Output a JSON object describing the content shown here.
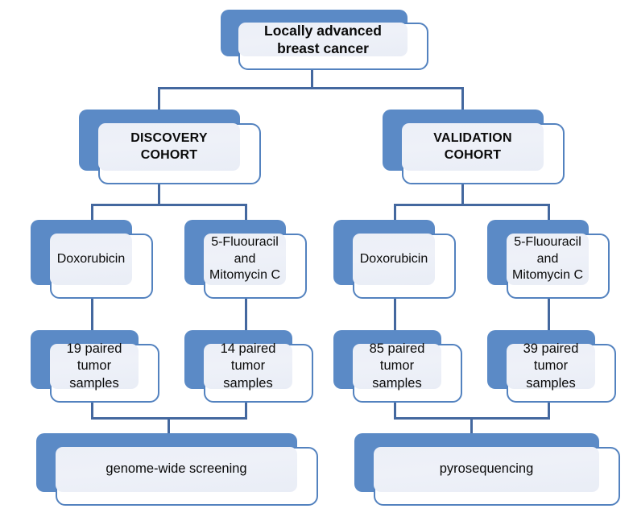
{
  "diagram": {
    "title": "Locally advanced breast cancer study design flowchart",
    "colors": {
      "shadow_blue": "#5b8ac6",
      "border_blue": "#5382bf",
      "connector_blue": "#44689f",
      "panel_fill": "#eef1f8",
      "background": "#ffffff",
      "text": "#0a0a0a"
    },
    "nodes": {
      "root": {
        "label": "Locally advanced breast cancer"
      },
      "discovery_cohort": {
        "label": "DISCOVERY COHORT"
      },
      "validation_cohort": {
        "label": "VALIDATION\nCOHORT"
      },
      "discovery_drug_a": {
        "label": "Doxorubicin"
      },
      "discovery_drug_b": {
        "label": "5-Fluouracil\nand\nMitomycin C"
      },
      "validation_drug_a": {
        "label": "Doxorubicin"
      },
      "validation_drug_b": {
        "label": "5-Fluouracil\nand\nMitomycin C"
      },
      "discovery_count_a": {
        "label": "19 paired\ntumor samples",
        "count": 19
      },
      "discovery_count_b": {
        "label": "14 paired tumor\nsamples",
        "count": 14
      },
      "validation_count_a": {
        "label": "85 paired tumor\nsamples",
        "count": 85
      },
      "validation_count_b": {
        "label": "39 paired tumor\nsamples",
        "count": 39
      },
      "discovery_method": {
        "label": "genome-wide screening"
      },
      "validation_method": {
        "label": "pyrosequencing"
      }
    }
  }
}
